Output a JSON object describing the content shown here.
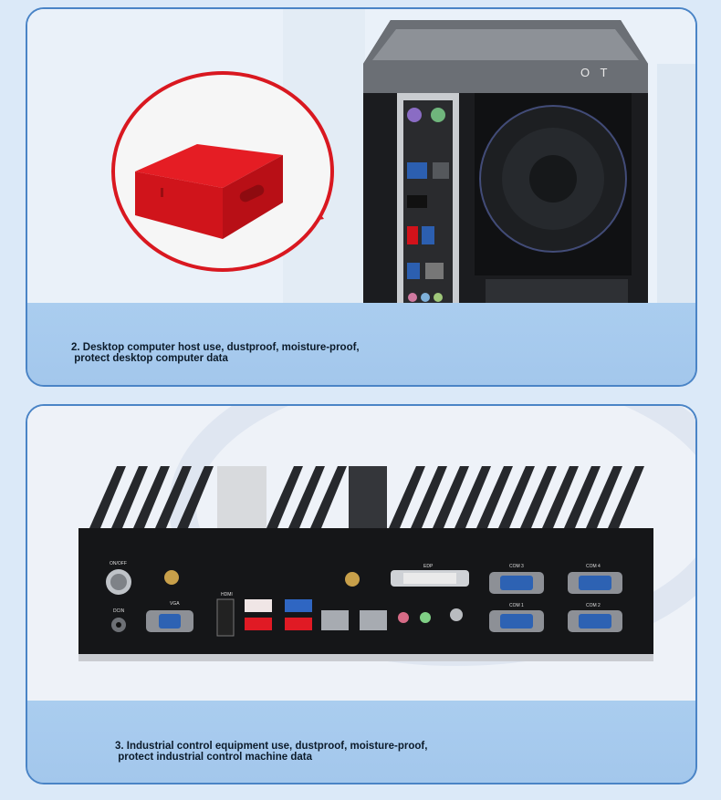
{
  "panels": [
    {
      "caption_line1": "2. Desktop computer host use, dustproof, moisture-proof,",
      "caption_line2": " protect desktop computer data",
      "case_logo": "O T"
    },
    {
      "caption_line1": "3. Industrial control equipment use, dustproof, moisture-proof,",
      "caption_line2": " protect industrial control machine data",
      "port_labels": {
        "on_off": "ON/OFF",
        "dc_in": "DCIN",
        "vga": "VGA",
        "hdmi": "HDMI",
        "edp": "EDP",
        "com1": "COM 1",
        "com2": "COM 2",
        "com3": "COM 3",
        "com4": "COM 4"
      }
    }
  ],
  "colors": {
    "card_border": "#4a84c6",
    "caption_band": "#a3c7ec",
    "dust_plug": "#e0141c"
  }
}
